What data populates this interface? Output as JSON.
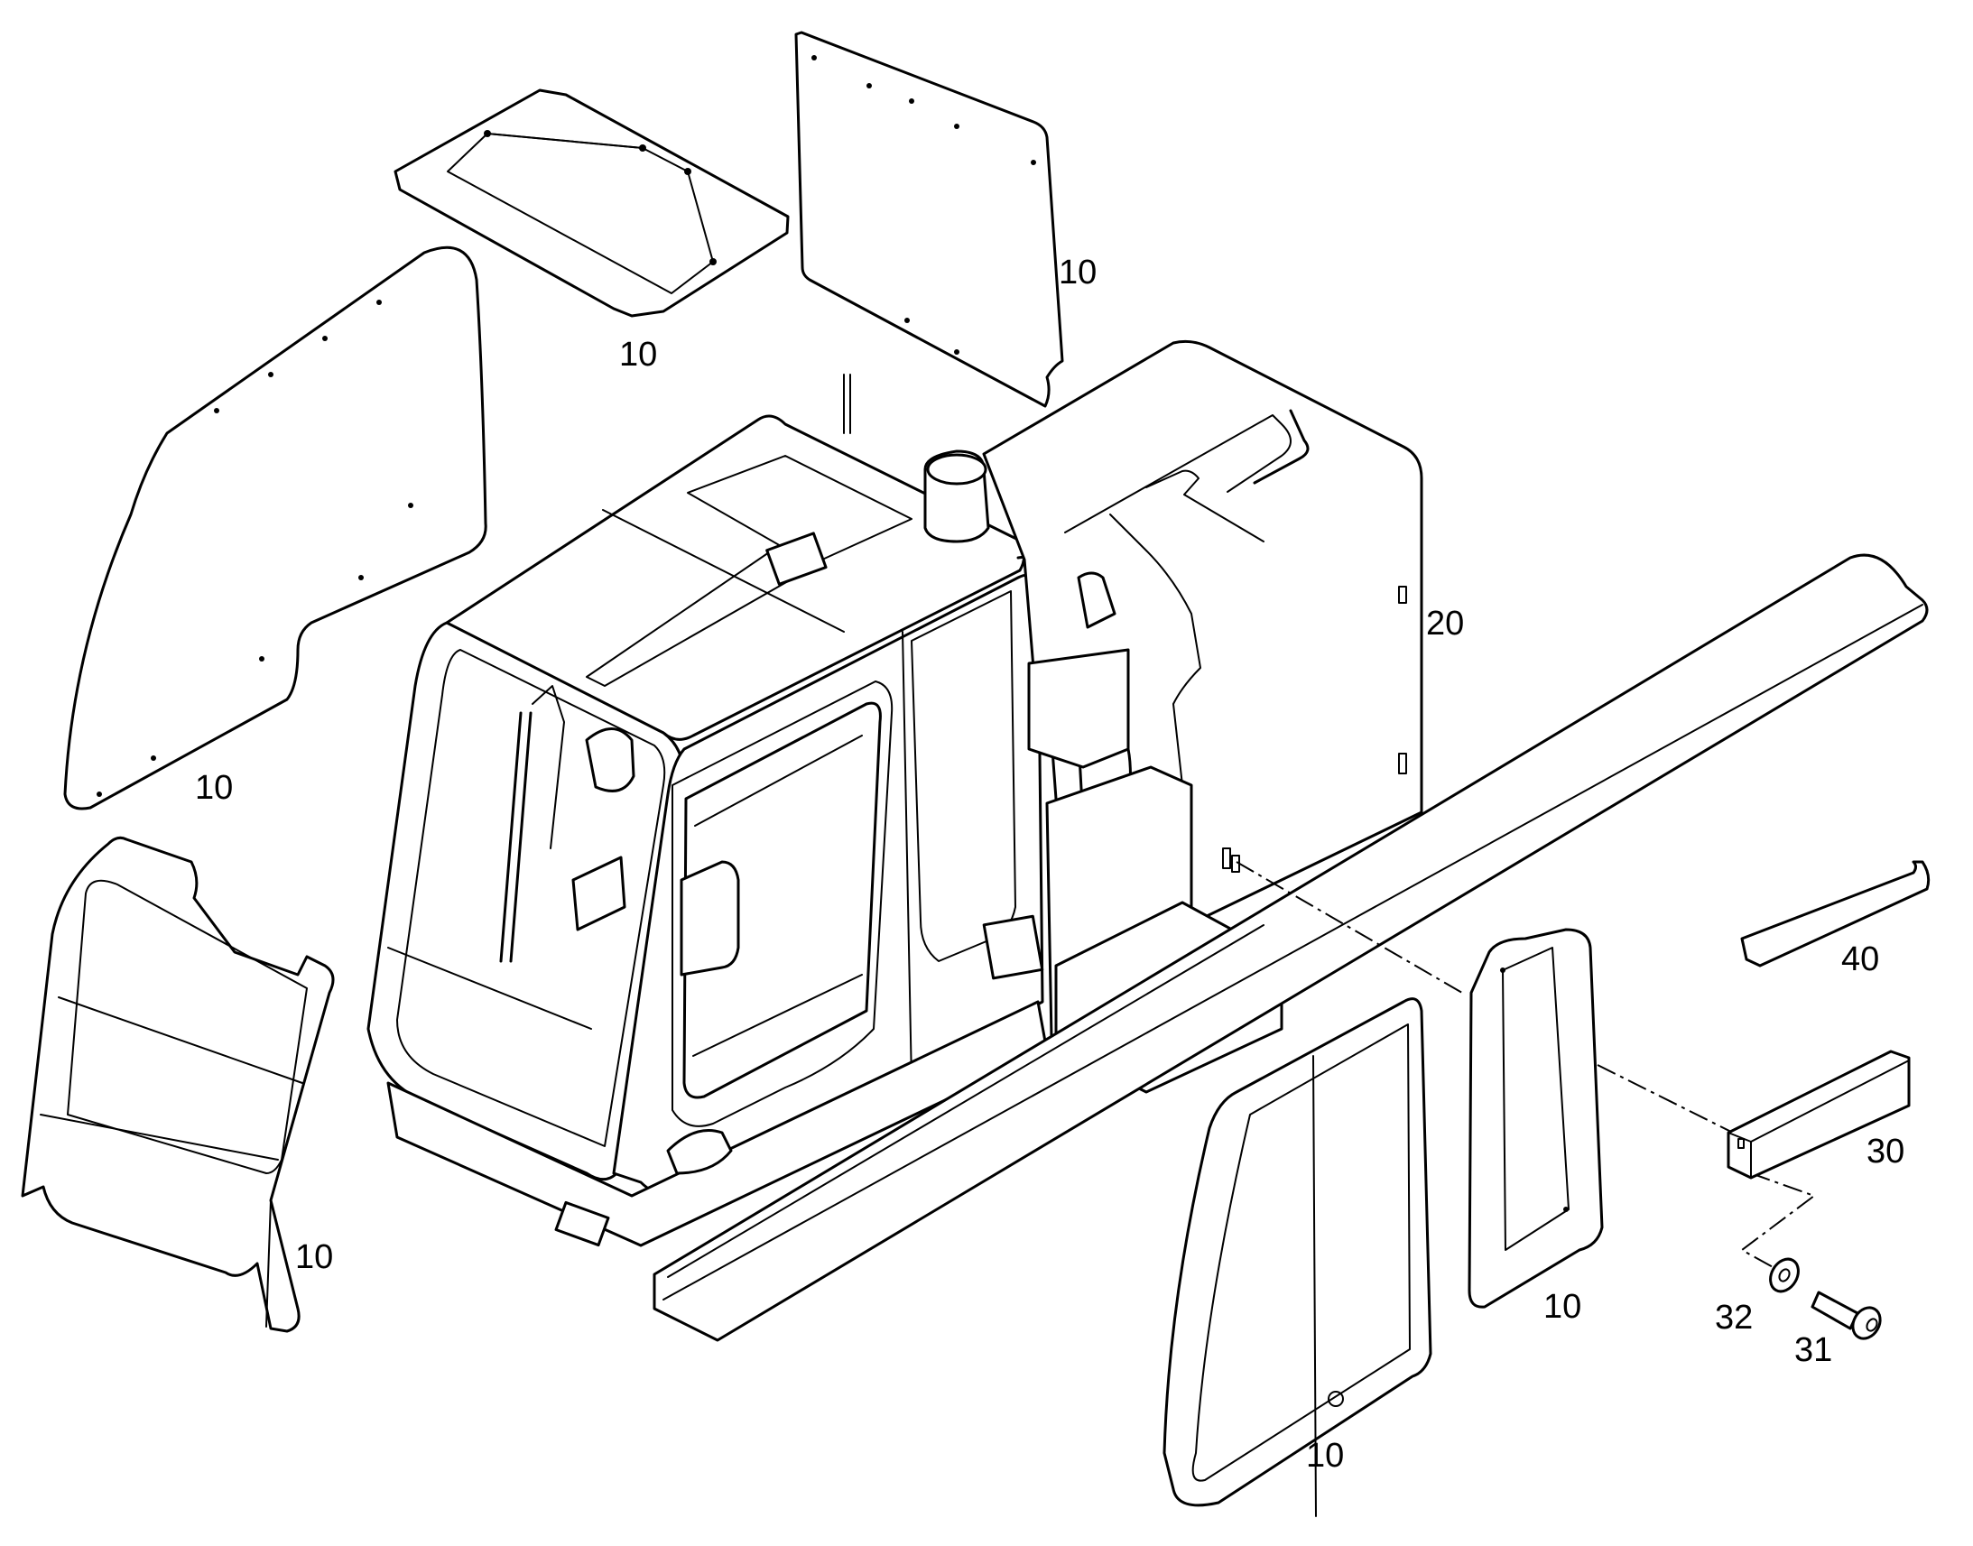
{
  "callouts": {
    "roof_panel": "10",
    "rear_panel": "10",
    "left_side_panel": "10",
    "front_panel": "10",
    "door_glass": "10",
    "right_rear_glass": "10",
    "rear_body": "20",
    "guard_bar": "40",
    "bracket": "30",
    "washer": "32",
    "bolt": "31"
  }
}
